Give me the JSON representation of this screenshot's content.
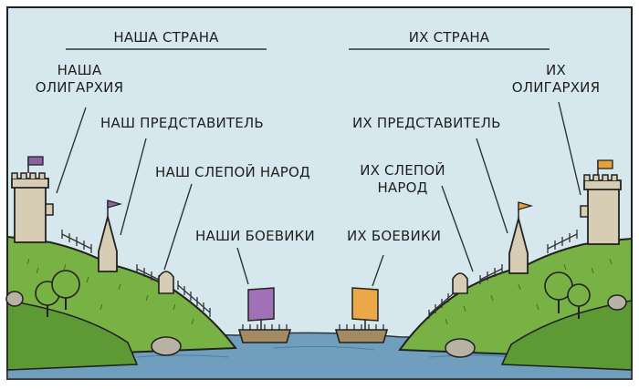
{
  "headers": {
    "left": "НАША СТРАНА",
    "right": "ИХ СТРАНА"
  },
  "labels": {
    "our_oligarchy": "НАША\nОЛИГАРХИЯ",
    "our_representative": "НАШ ПРЕДСТАВИТЕЛЬ",
    "our_blind_people": "НАШ СЛЕПОЙ НАРОД",
    "our_fighters": "НАШИ БОЕВИКИ",
    "their_oligarchy": "ИХ\nОЛИГАРХИЯ",
    "their_representative": "ИХ ПРЕДСТАВИТЕЛЬ",
    "their_blind_people": "ИХ СЛЕПОЙ\nНАРОД",
    "their_fighters": "ИХ БОЕВИКИ"
  },
  "colors": {
    "sky": "#d6e8ee",
    "hill": "#78b245",
    "hill_dark": "#5e9a33",
    "water": "#6f9fbd",
    "stone": "#d7ccb4",
    "left_flag": "#8a62a0",
    "left_sail": "#a071b7",
    "right_flag": "#e4a23a",
    "right_sail": "#eca848"
  }
}
